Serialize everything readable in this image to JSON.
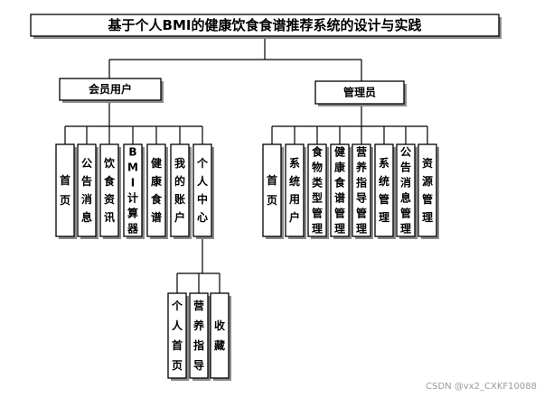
{
  "title": "基于个人BMI的健康饮食食谱推荐系统的设计与实践",
  "groups": [
    {
      "label": "会员用户",
      "items": [
        "首页",
        "公告消息",
        "饮食资讯",
        "BMI计算器",
        "健康食谱",
        "我的账户",
        "个人中心"
      ]
    },
    {
      "label": "管理员",
      "items": [
        "首页",
        "系统用户",
        "食物类型管理",
        "健康食谱管理",
        "营养指导管理",
        "系统管理",
        "公告消息管理",
        "资源管理"
      ]
    }
  ],
  "sub_items": {
    "parent": "个人中心",
    "items": [
      "个人首页",
      "营养指导",
      "收藏"
    ]
  },
  "watermark": "CSDN @vx2_CXKF10088"
}
